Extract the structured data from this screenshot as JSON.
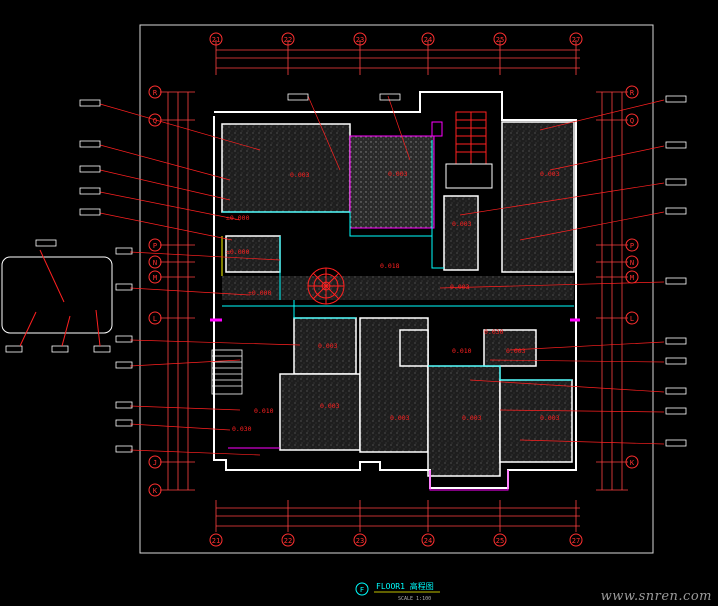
{
  "drawing": {
    "title": "FLOOR1 高程图",
    "scale": "SCALE 1:100",
    "north_mark": "F"
  },
  "axes": {
    "top": [
      "21",
      "22",
      "23",
      "24",
      "25",
      "27"
    ],
    "bottom": [
      "21",
      "22",
      "23",
      "24",
      "25",
      "27"
    ],
    "left": [
      "R",
      "Q",
      "P",
      "N",
      "M",
      "L",
      "J",
      "K"
    ],
    "right": [
      "R",
      "Q",
      "P",
      "N",
      "M",
      "L",
      "K"
    ]
  },
  "levels": [
    "0.003",
    "0.003",
    "0.003",
    "±0.000",
    "±0.000",
    "0.003",
    "0.018",
    "0.003",
    "±0.000",
    "0.003",
    "0.030",
    "0.010",
    "0.003",
    "0.010",
    "0.030",
    "0.003",
    "0.003",
    "0.003",
    "0.003"
  ],
  "colors": {
    "background": "#000000",
    "annotation": "#ff2020",
    "wall": "#ffffff",
    "axis_bubble": "#ff3030",
    "dimension": "#ff4040",
    "frame": "#dcdcdc",
    "accent_cyan": "#00ffff",
    "accent_yellow": "#ffff00",
    "accent_magenta": "#ff00ff"
  },
  "watermark": "www.snren.com"
}
